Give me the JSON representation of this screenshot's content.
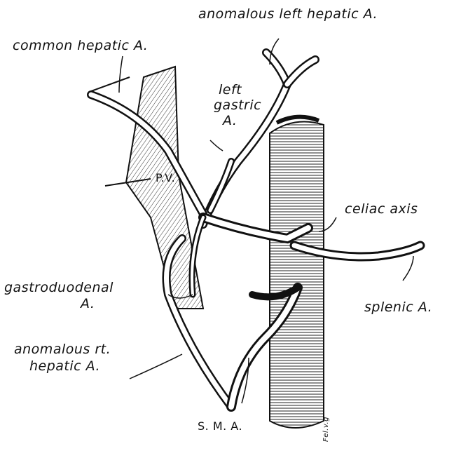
{
  "labels": {
    "anomalous_left_hepatic": "anomalous left hepatic A.",
    "common_hepatic": "common hepatic A.",
    "left_gastric_1": "left",
    "left_gastric_2": "gastric",
    "left_gastric_3": "A.",
    "pv": "P.V.",
    "celiac_axis": "celiac axis",
    "gastroduodenal_1": "gastroduodenal",
    "gastroduodenal_2": "A.",
    "splenic": "splenic A.",
    "anomalous_rt_hepatic_1": "anomalous rt.",
    "anomalous_rt_hepatic_2": "hepatic A.",
    "sma": "S. M. A.",
    "artist_signature": "Fel.v.g"
  }
}
